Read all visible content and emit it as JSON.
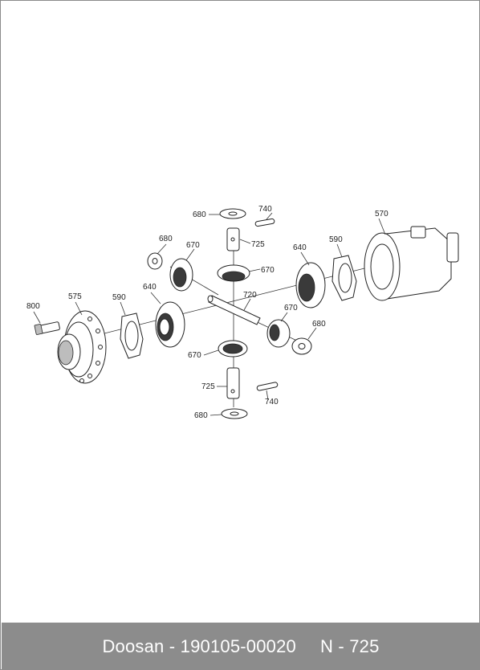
{
  "footer": {
    "brand_part": "Doosan - 190105-00020",
    "ref": "N - 725"
  },
  "callouts": {
    "c740_top": "740",
    "c680_top": "680",
    "c725_top": "725",
    "c570": "570",
    "c680_left": "680",
    "c670_left": "670",
    "c640_right": "640",
    "c590_right": "590",
    "c670_top": "670",
    "c720": "720",
    "c800": "800",
    "c575": "575",
    "c590_left": "590",
    "c640_left": "640",
    "c670_right": "670",
    "c680_right": "680",
    "c670_bottom": "670",
    "c725_bottom": "725",
    "c740_bottom": "740",
    "c680_bottom": "680"
  }
}
